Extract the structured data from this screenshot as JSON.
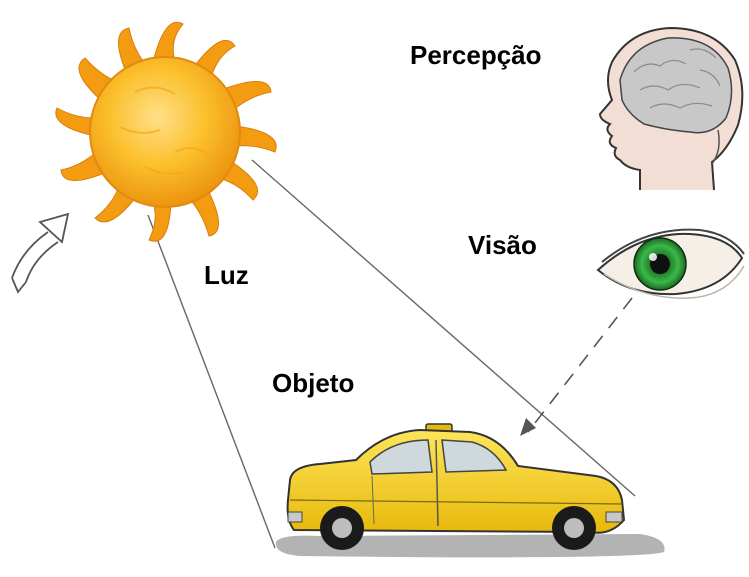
{
  "labels": {
    "perception": "Percepção",
    "vision": "Visão",
    "light": "Luz",
    "object": "Objeto"
  },
  "illustrations": {
    "sun": "sun-icon",
    "head": "head-with-brain-icon",
    "eye": "eye-icon",
    "object": "yellow-taxi-car",
    "arrow": "curved-arrow-icon"
  },
  "colors": {
    "sun_core": "#f8b11a",
    "sun_rays": "#f39c12",
    "taxi_body": "#f5d21a",
    "iris": "#2a9a3a",
    "ground_shadow": "#9a9a9a"
  }
}
